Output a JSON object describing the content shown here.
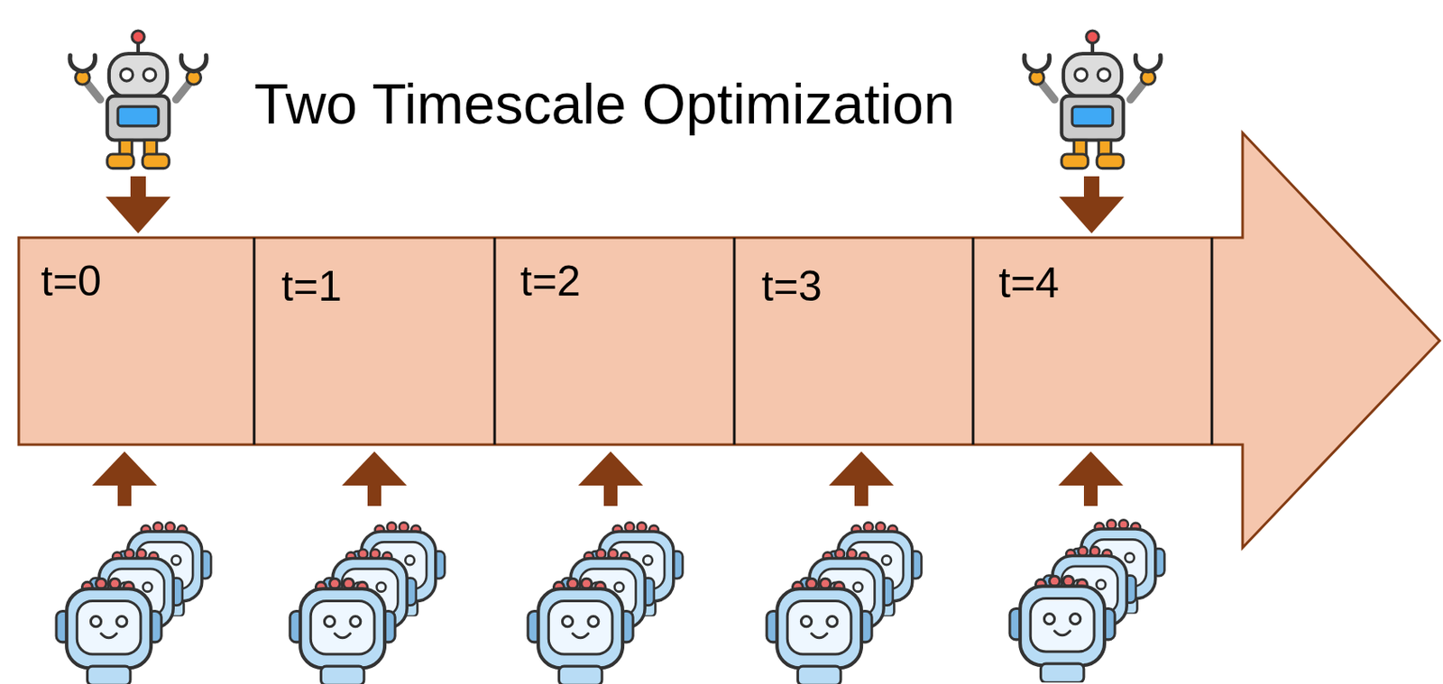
{
  "diagram": {
    "title": "Two Timescale Optimization",
    "nodes": [
      {
        "text": [
          "t=0"
        ]
      },
      {
        "text": [
          "t=1"
        ]
      },
      {
        "text": [
          "t=2"
        ]
      },
      {
        "text": [
          "t=3"
        ]
      },
      {
        "text": [
          "t=4"
        ]
      }
    ]
  }
}
